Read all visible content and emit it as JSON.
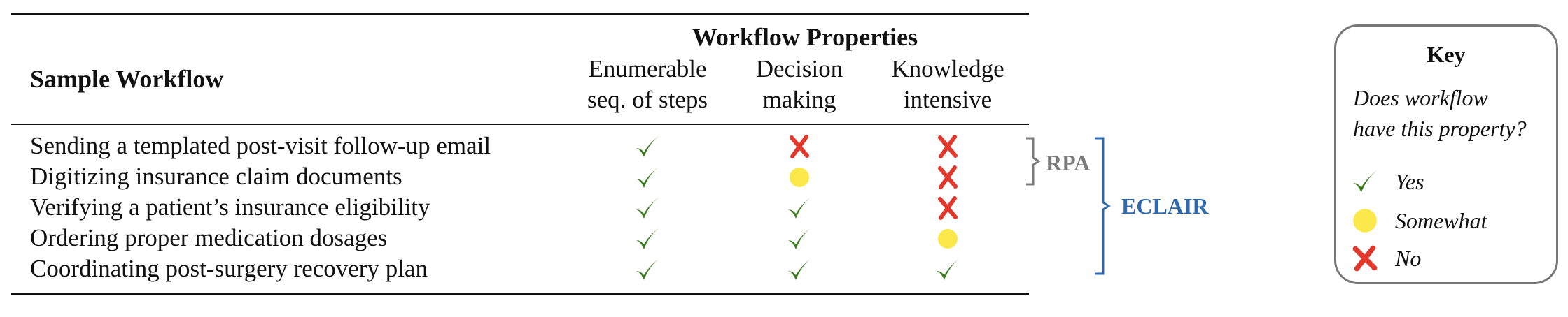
{
  "table": {
    "group_header": "Workflow Properties",
    "sample_header": "Sample Workflow",
    "columns": [
      {
        "line1": "Enumerable",
        "line2": "seq. of steps"
      },
      {
        "line1": "Decision",
        "line2": "making"
      },
      {
        "line1": "Knowledge",
        "line2": "intensive"
      }
    ],
    "rows": [
      {
        "label": "Sending a templated post-visit follow-up email",
        "values": [
          "yes",
          "no",
          "no"
        ]
      },
      {
        "label": "Digitizing insurance claim documents",
        "values": [
          "yes",
          "somewhat",
          "no"
        ]
      },
      {
        "label": "Verifying a patient’s insurance eligibility",
        "values": [
          "yes",
          "yes",
          "no"
        ]
      },
      {
        "label": "Ordering proper medication dosages",
        "values": [
          "yes",
          "yes",
          "somewhat"
        ]
      },
      {
        "label": "Coordinating post-surgery recovery plan",
        "values": [
          "yes",
          "yes",
          "yes"
        ]
      }
    ]
  },
  "brackets": {
    "rpa": {
      "label": "RPA",
      "color": "#7a7a7a"
    },
    "eclair": {
      "label": "ECLAIR",
      "color": "#2e6aad"
    }
  },
  "key": {
    "title": "Key",
    "question_line1": "Does workflow",
    "question_line2": "have this property?",
    "items": [
      {
        "icon": "check-icon",
        "label": "Yes"
      },
      {
        "icon": "yellow-circle-icon",
        "label": "Somewhat"
      },
      {
        "icon": "cross-icon",
        "label": "No"
      }
    ]
  },
  "colors": {
    "yes": "#3d7d22",
    "somewhat": "#fbe84a",
    "no": "#e2382b"
  }
}
